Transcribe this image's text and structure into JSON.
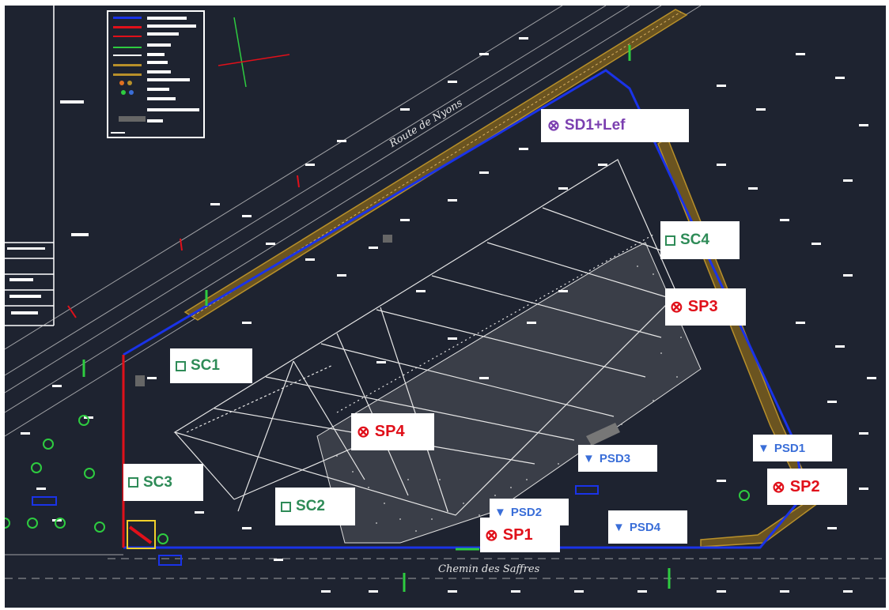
{
  "labels": {
    "sd1": {
      "text": "SD1+Lef",
      "symbol": "⊗"
    },
    "sc4": {
      "text": "SC4",
      "symbol": "□"
    },
    "sp3": {
      "text": "SP3",
      "symbol": "⊗"
    },
    "sc1": {
      "text": "SC1",
      "symbol": "□"
    },
    "sp4": {
      "text": "SP4",
      "symbol": "⊗"
    },
    "psd3": {
      "text": "PSD3",
      "symbol": "▼"
    },
    "psd1": {
      "text": "PSD1",
      "symbol": "▼"
    },
    "sp2": {
      "text": "SP2",
      "symbol": "⊗"
    },
    "sc3": {
      "text": "SC3",
      "symbol": "□"
    },
    "sc2": {
      "text": "SC2",
      "symbol": "□"
    },
    "psd2": {
      "text": "PSD2",
      "symbol": "▼"
    },
    "sp1": {
      "text": "SP1",
      "symbol": "⊗"
    },
    "psd4": {
      "text": "PSD4",
      "symbol": "▼"
    }
  },
  "roads": {
    "route": "Route de Nyons",
    "chemin": "Chemin des Saffres"
  },
  "colors": {
    "background": "#1e2330",
    "boundary": "#1a33e8",
    "embankment": "#b8902a",
    "green_marker": "#2e8b57",
    "red_marker": "#e0101a",
    "blue_marker": "#3a6ed8",
    "purple_marker": "#7b3fb0"
  }
}
